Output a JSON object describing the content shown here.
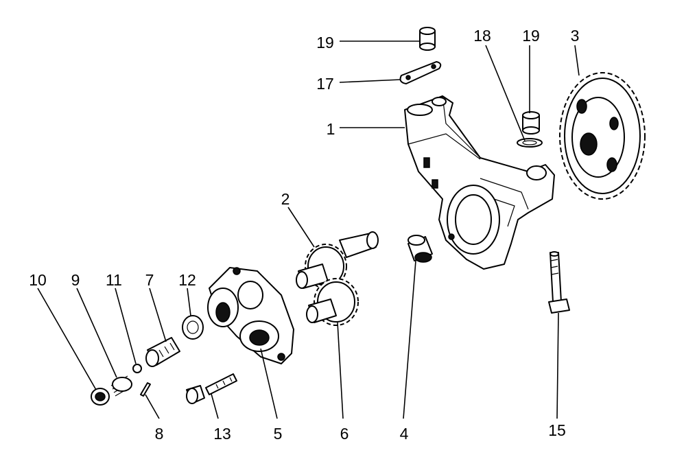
{
  "diagram": {
    "labels": {
      "l1": "1",
      "l2": "2",
      "l3": "3",
      "l4": "4",
      "l5": "5",
      "l6": "6",
      "l7": "7",
      "l8": "8",
      "l9": "9",
      "l10": "10",
      "l11": "11",
      "l12": "12",
      "l13": "13",
      "l15": "15",
      "l17": "17",
      "l18": "18",
      "l19a": "19",
      "l19b": "19"
    }
  }
}
